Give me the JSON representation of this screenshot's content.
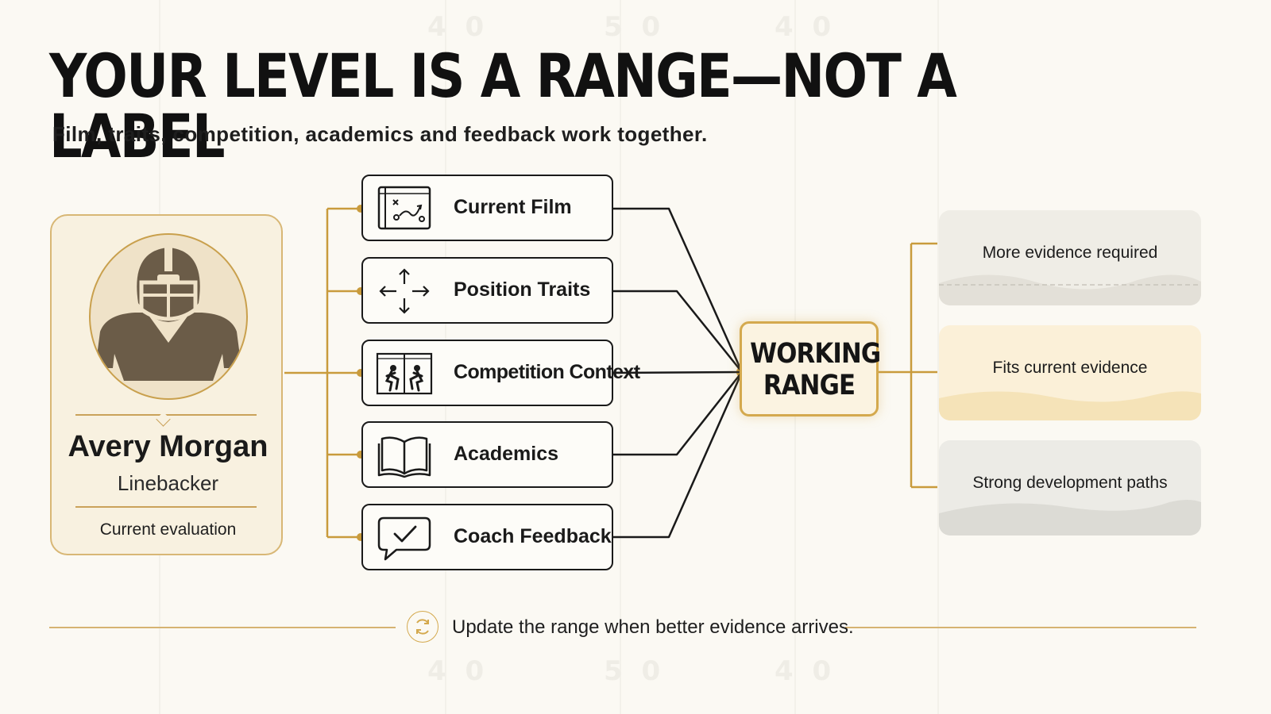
{
  "title": "YOUR LEVEL IS A RANGE—NOT A LABEL",
  "subtitle": "Film, traits, competition, academics and feedback work together.",
  "profile": {
    "name": "Avery Morgan",
    "position": "Linebacker",
    "status": "Current evaluation",
    "icon": "football-player-helmet-icon"
  },
  "inputs": [
    {
      "label": "Current Film",
      "icon": "playbook-film-icon"
    },
    {
      "label": "Position Traits",
      "icon": "move-arrows-icon"
    },
    {
      "label": "Competition Context",
      "icon": "competition-players-icon"
    },
    {
      "label": "Academics",
      "icon": "open-book-icon"
    },
    {
      "label": "Coach Feedback",
      "icon": "checkmark-speech-bubble-icon"
    }
  ],
  "hub": {
    "line1": "WORKING",
    "line2": "RANGE"
  },
  "outcomes": [
    {
      "label": "More evidence required"
    },
    {
      "label": "Fits current evidence"
    },
    {
      "label": "Strong development paths"
    }
  ],
  "footer": {
    "text": "Update the range when better evidence arrives.",
    "icon": "refresh-icon"
  },
  "background_yard_numbers": [
    "4 0",
    "5 0",
    "4 0"
  ],
  "colors": {
    "accent": "#d4a94e",
    "ink": "#141414",
    "background": "#fbf9f3",
    "card": "#f8f1e0"
  }
}
